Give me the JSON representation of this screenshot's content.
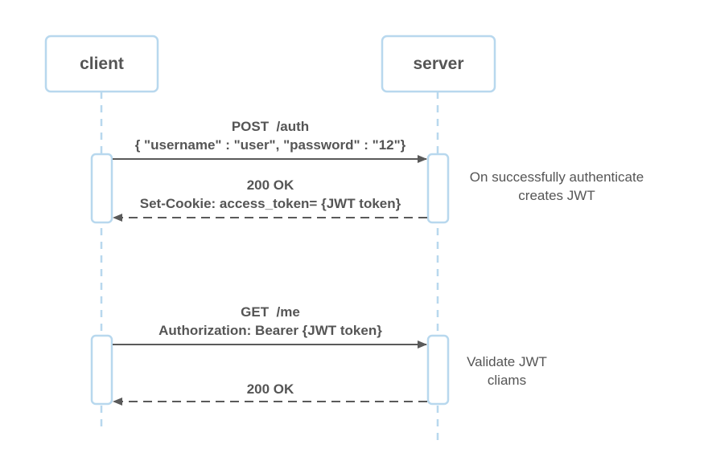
{
  "colors": {
    "border": "#b8d8ee",
    "arrow": "#5a5a5a",
    "text": "#555555"
  },
  "actors": {
    "client": "client",
    "server": "server"
  },
  "messages": {
    "auth_request": [
      "POST  /auth",
      "{ \"username\" : \"user\", \"password\" : \"12\"}"
    ],
    "auth_response": [
      "200 OK",
      "Set-Cookie: access_token= {JWT token}"
    ],
    "me_request": [
      "GET  /me",
      "Authorization: Bearer {JWT token}"
    ],
    "me_response": [
      "200 OK"
    ]
  },
  "notes": {
    "auth_note": [
      "On successfully authenticate",
      "creates JWT"
    ],
    "validate_note": [
      "Validate JWT",
      "cliams"
    ]
  }
}
